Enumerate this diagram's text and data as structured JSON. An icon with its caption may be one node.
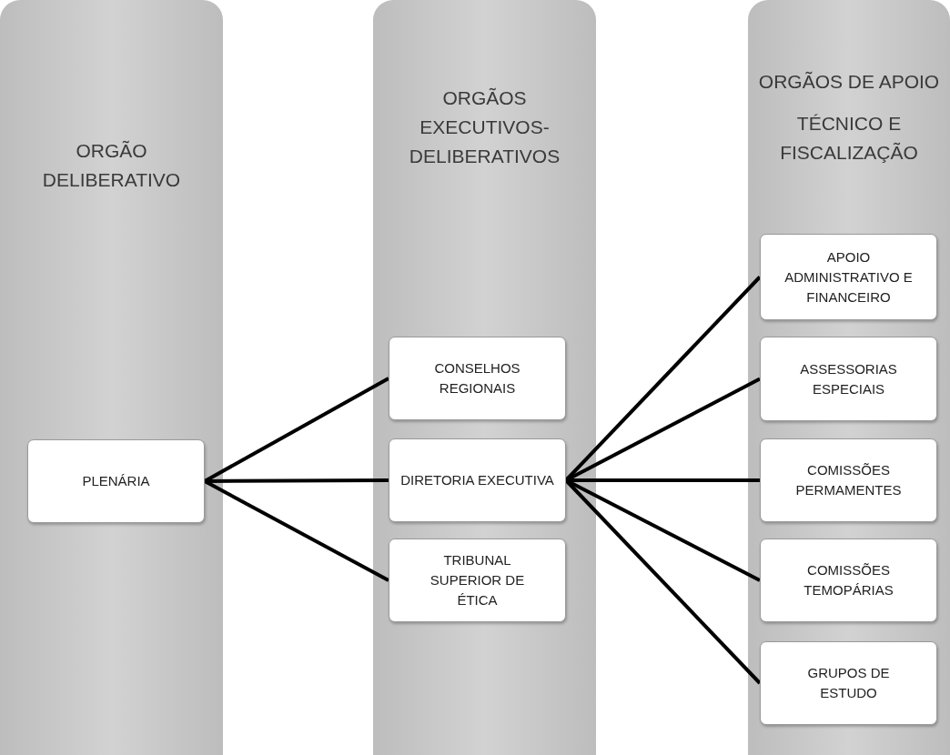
{
  "diagram": {
    "nodes": [
      {
        "text": [
          "ORGÃO DELIBERATIVO"
        ]
      },
      {
        "text": [
          "ORGÃOS EXECUTIVOS-DELIBERATIVOS"
        ]
      },
      {
        "text": [
          "ORGÃOS DE APOIO",
          "TÉCNICO E FISCALIZAÇÃO"
        ]
      },
      {
        "text": [
          "PLENÁRIA"
        ],
        "in": 0
      },
      {
        "text": [
          "CONSELHOS REGIONAIS"
        ],
        "in": 1
      },
      {
        "text": [
          "DIRETORIA EXECUTIVA"
        ],
        "in": 1
      },
      {
        "text": [
          "TRIBUNAL SUPERIOR DE ÉTICA"
        ],
        "in": 1
      },
      {
        "text": [
          "APOIO ADMINISTRATIVO E FINANCEIRO"
        ],
        "in": 2
      },
      {
        "text": [
          "ASSESSORIAS ESPECIAIS"
        ],
        "in": 2
      },
      {
        "text": [
          "COMISSÕES PERMAMENTES"
        ],
        "in": 2
      },
      {
        "text": [
          "COMISSÕES TEMOPÁRIAS"
        ],
        "in": 2
      },
      {
        "text": [
          "GRUPOS DE ESTUDO"
        ],
        "in": 2
      }
    ],
    "edges": [
      {
        "from": 3,
        "to": 4,
        "arrow": "none"
      },
      {
        "from": 3,
        "to": 5,
        "arrow": "none"
      },
      {
        "from": 3,
        "to": 6,
        "arrow": "none"
      },
      {
        "from": 5,
        "to": 7,
        "arrow": "none"
      },
      {
        "from": 5,
        "to": 8,
        "arrow": "none"
      },
      {
        "from": 5,
        "to": 9,
        "arrow": "none"
      },
      {
        "from": 5,
        "to": 10,
        "arrow": "none"
      },
      {
        "from": 5,
        "to": 11,
        "arrow": "none"
      }
    ]
  }
}
